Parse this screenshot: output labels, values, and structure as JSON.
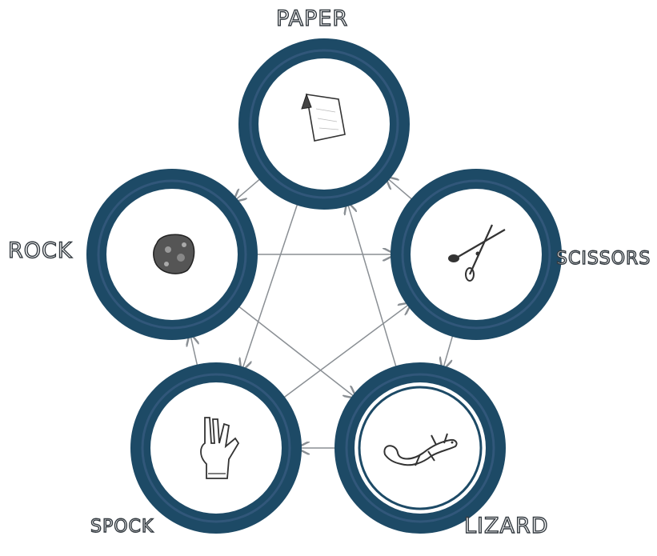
{
  "labels": {
    "paper": "PAPER",
    "rock": "ROCK",
    "scissors": "SCISSORS",
    "spock": "SPOCK",
    "lizard": "LIZARD"
  },
  "colors": {
    "ring_outer": "#1d4a66",
    "ring_inner": "#234f6c",
    "ring_highlight": "#31577a",
    "background": "#ffffff",
    "arrow": "#8a8f94",
    "label_stroke": "#333a40"
  },
  "nodes": [
    {
      "key": "paper",
      "icon": "paper-icon"
    },
    {
      "key": "scissors",
      "icon": "scissors-icon"
    },
    {
      "key": "lizard",
      "icon": "lizard-icon",
      "selected": true
    },
    {
      "key": "spock",
      "icon": "spock-hand-icon"
    },
    {
      "key": "rock",
      "icon": "rock-icon"
    }
  ],
  "edges": [
    {
      "from": "paper",
      "to": "rock"
    },
    {
      "from": "paper",
      "to": "spock"
    },
    {
      "from": "scissors",
      "to": "paper"
    },
    {
      "from": "scissors",
      "to": "lizard"
    },
    {
      "from": "lizard",
      "to": "paper"
    },
    {
      "from": "lizard",
      "to": "spock"
    },
    {
      "from": "spock",
      "to": "rock"
    },
    {
      "from": "spock",
      "to": "scissors"
    },
    {
      "from": "rock",
      "to": "scissors"
    },
    {
      "from": "rock",
      "to": "lizard"
    }
  ]
}
